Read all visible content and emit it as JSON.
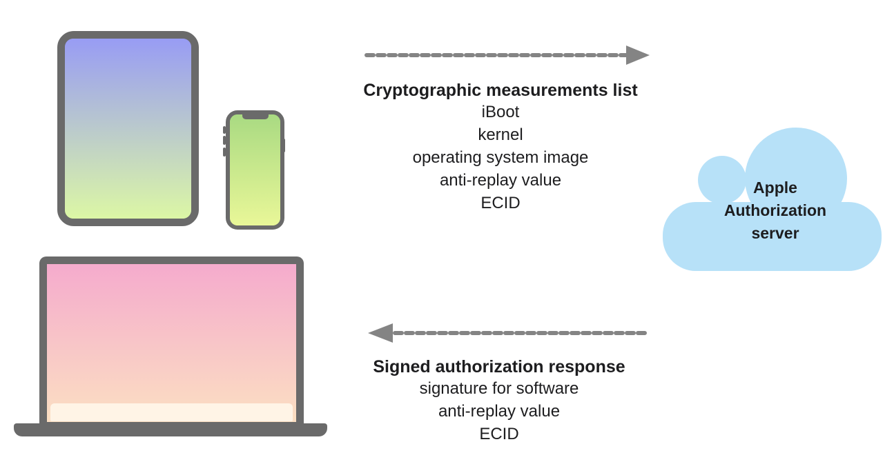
{
  "request_flow": {
    "title": "Cryptographic measurements list",
    "items": [
      "iBoot",
      "kernel",
      "operating system image",
      "anti-replay value",
      "ECID"
    ]
  },
  "response_flow": {
    "title": "Signed authorization response",
    "items": [
      "signature for software",
      "anti-replay value",
      "ECID"
    ]
  },
  "server": {
    "label": "Apple Authorization server",
    "line1": "Apple",
    "line2": "Authorization",
    "line3": "server"
  },
  "icons": {
    "ipad": "ipad-icon",
    "iphone": "iphone-icon",
    "macbook": "macbook-icon",
    "cloud": "cloud-icon",
    "request_arrow": "arrow-right-dashed-icon",
    "response_arrow": "arrow-left-dashed-icon"
  },
  "colors": {
    "frame_gray": "#6A6A6A",
    "arrow_gray": "#848484",
    "text_dark": "#1D1D1F",
    "cloud_blue": "#B7E1F8",
    "ipad_top": "#989CF4",
    "ipad_bottom": "#DCF7A5",
    "iphone_top": "#A9DA82",
    "iphone_bottom": "#E9F798",
    "mac_top": "#F5ABCD",
    "mac_bottom": "#FBDFC2",
    "dock": "#FFF4E6"
  }
}
